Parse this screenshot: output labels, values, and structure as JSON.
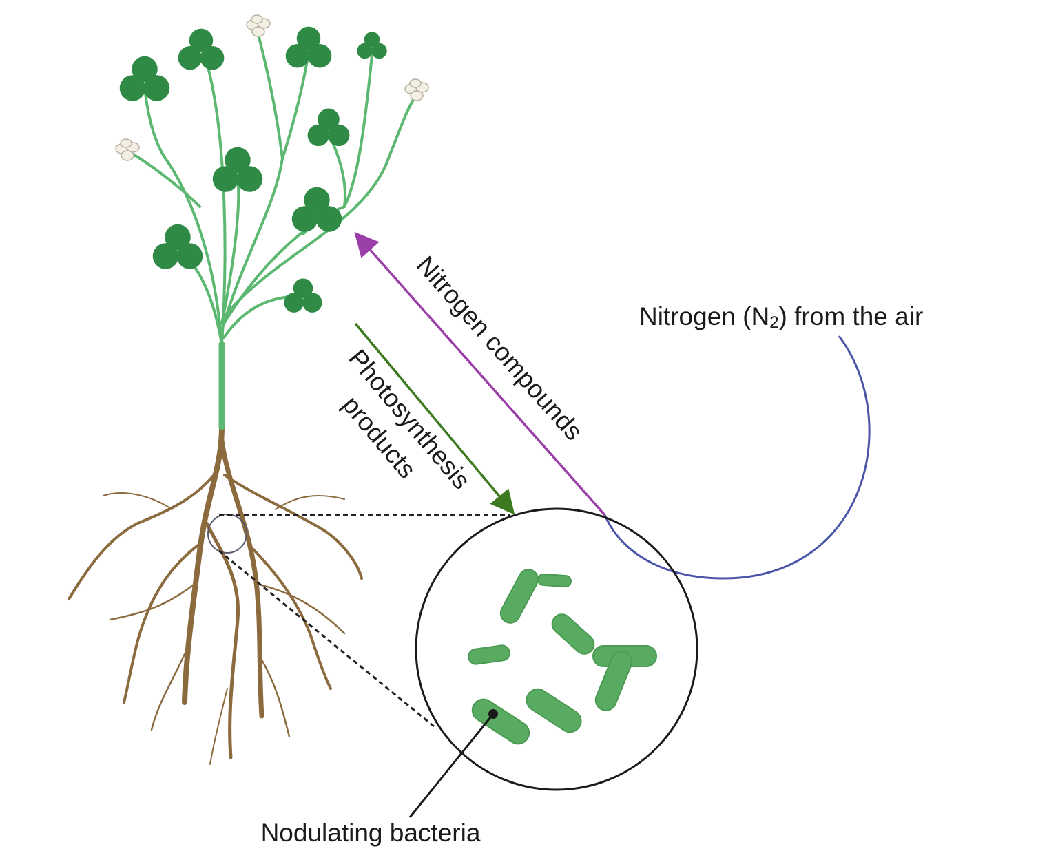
{
  "labels": {
    "nitrogen_compounds": "Nitrogen compounds",
    "photosynthesis_line1": "Photosynthesis",
    "photosynthesis_line2": "products",
    "nitrogen_air_prefix": "Nitrogen (N",
    "nitrogen_air_sub": "2",
    "nitrogen_air_suffix": ") from the air",
    "nodulating_bacteria": "Nodulating bacteria"
  },
  "colors": {
    "leaf": "#2f8a45",
    "stem": "#5cb870",
    "root": "#8b6a3e",
    "bacteria": "#5aab62",
    "nitrogen_arrow": "#9b3fa8",
    "photosynthesis_arrow": "#3d7a1f",
    "air_curve": "#4a55a8"
  }
}
